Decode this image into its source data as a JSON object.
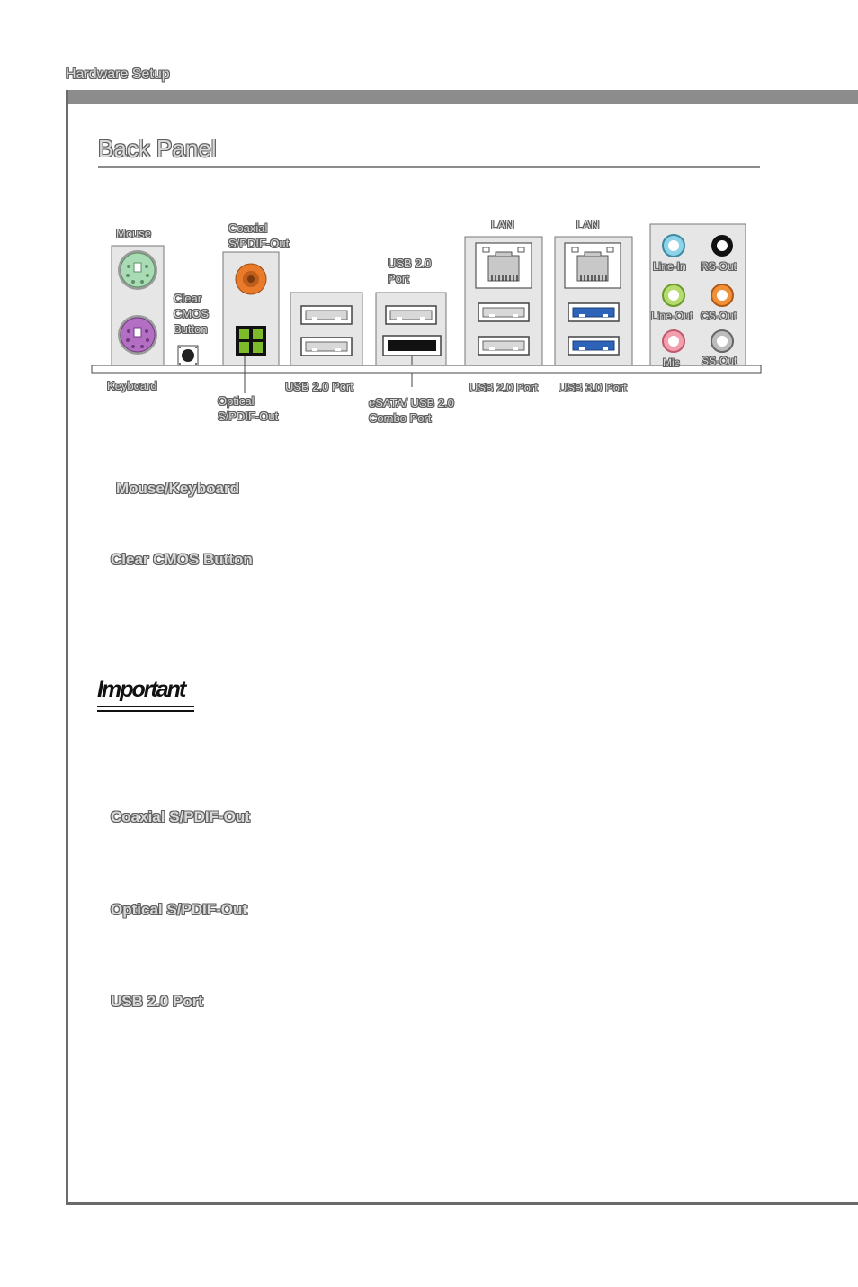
{
  "header": {
    "section": "Hardware Setup"
  },
  "page": {
    "title": "Back Panel"
  },
  "panel_labels": {
    "mouse": "Mouse",
    "keyboard": "Keyboard",
    "clear_cmos": [
      "Clear",
      "CMOS",
      "Button"
    ],
    "coaxial": [
      "Coaxial",
      "S/PDIF-Out"
    ],
    "optical": [
      "Optical",
      "S/PDIF-Out"
    ],
    "usb20_port_a": "USB 2.0 Port",
    "usb20_top": [
      "USB  2.0",
      "Port"
    ],
    "esata": [
      "eSATA/ USB 2.0",
      "Combo Port"
    ],
    "lan1": "LAN",
    "lan2": "LAN",
    "usb20_port_b": "USB 2.0 Port",
    "usb30_port": "USB 3.0 Port",
    "audio": {
      "line_in": "Line-In",
      "rs_out": "RS-Out",
      "line_out": "Line-Out",
      "cs_out": "CS-Out",
      "mic": "Mic",
      "ss_out": "SS-Out"
    }
  },
  "colors": {
    "ps2_mouse": "#a9dcb4",
    "ps2_keyboard": "#b36fc3",
    "coaxial": "#e87a2a",
    "optical": "#7dbb2a",
    "usb30": "#2d63b8",
    "line_in": "#8fd3e8",
    "rs_out": "#111111",
    "line_out": "#b6dc70",
    "cs_out": "#f0913a",
    "mic": "#f2a0ad",
    "ss_out": "#bdbdbd"
  },
  "sections": {
    "mouse_keyboard": "Mouse/Keyboard",
    "clear_cmos": "Clear CMOS Button",
    "important": "Important",
    "coaxial": "Coaxial S/PDIF-Out",
    "optical": "Optical S/PDIF-Out",
    "usb20": "USB 2.0 Port"
  }
}
